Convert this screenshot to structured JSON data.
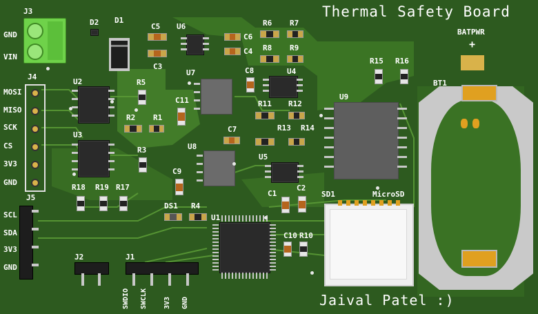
{
  "board": {
    "title": "Thermal Safety Board",
    "author": "Jaival Patel :)",
    "colors": {
      "pcb": "#2d5a1f",
      "trace": "#4c8a2e",
      "silk": "#ffffff",
      "terminal": "#6fd24a",
      "battery_holder": "#c9c9c9"
    }
  },
  "connectors": {
    "j3": {
      "ref": "J3",
      "pins": [
        "GND",
        "VIN"
      ]
    },
    "j4": {
      "ref": "J4",
      "pins": [
        "MOSI",
        "MISO",
        "SCK",
        "CS",
        "3V3",
        "GND"
      ]
    },
    "j5": {
      "ref": "J5",
      "pins": [
        "SCL",
        "SDA",
        "3V3",
        "GND"
      ]
    },
    "j2": {
      "ref": "J2"
    },
    "j1": {
      "ref": "J1",
      "pins": [
        "SWDIO",
        "SWCLK",
        "3V3",
        "GND"
      ]
    }
  },
  "battery": {
    "ref": "BT1",
    "label": "BATPWR",
    "plus": "+"
  },
  "sd": {
    "ref": "SD1",
    "label": "MicroSD"
  },
  "refs": {
    "d1": "D1",
    "d2": "D2",
    "ds1": "DS1",
    "u1": "U1",
    "u2": "U2",
    "u3": "U3",
    "u4": "U4",
    "u5": "U5",
    "u6": "U6",
    "u7": "U7",
    "u8": "U8",
    "u9": "U9",
    "c1": "C1",
    "c2": "C2",
    "c3": "C3",
    "c4": "C4",
    "c5": "C5",
    "c6": "C6",
    "c7": "C7",
    "c8": "C8",
    "c9": "C9",
    "c10": "C10",
    "c11": "C11",
    "r1": "R1",
    "r2": "R2",
    "r3": "R3",
    "r4": "R4",
    "r5": "R5",
    "r6": "R6",
    "r7": "R7",
    "r8": "R8",
    "r9": "R9",
    "r10": "R10",
    "r11": "R11",
    "r12": "R12",
    "r13": "R13",
    "r14": "R14",
    "r15": "R15",
    "r16": "R16",
    "r17": "R17",
    "r18": "R18",
    "r19": "R19"
  }
}
